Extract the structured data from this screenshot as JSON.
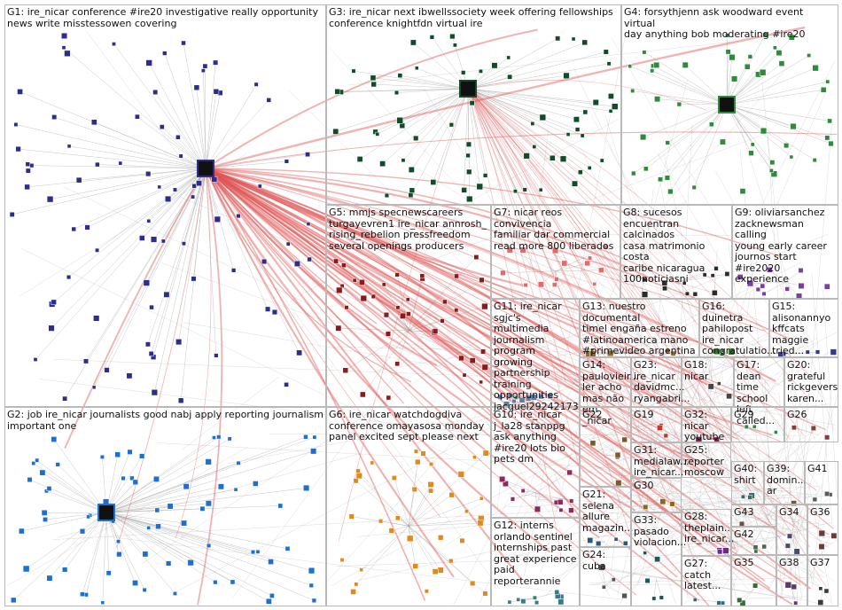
{
  "groups": [
    {
      "id": "G1",
      "label": "G1: ire_nicar conference #ire20 investigative really opportunity\nnews write misstessowen covering",
      "color": "#2d2d8c"
    },
    {
      "id": "G2",
      "label": "G2: job ire_nicar journalists good nabj apply reporting journalism\nimportant one",
      "color": "#1f6fd1"
    },
    {
      "id": "G3",
      "label": "G3: ire_nicar next ibwellssociety week offering fellowships\nconference knightfdn virtual ire",
      "color": "#0f4d2a"
    },
    {
      "id": "G4",
      "label": "G4: forsythjenn ask woodward event virtual\nday anything bob moderating #ire20",
      "color": "#2e8b3a"
    },
    {
      "id": "G5",
      "label": "G5: mmjs specnewscareers\nturgayevren1 ire_nicar annrosh_\nrising_rebelion pressfreedom\nseveral openings producers",
      "color": "#8b1a1a"
    },
    {
      "id": "G6",
      "label": "G6: ire_nicar watchdogdiva\nconference omayasosa monday\npanel excited sept please next",
      "color": "#e08a1e"
    },
    {
      "id": "G7",
      "label": "G7: nicar reos convivencia\nfamiliar dar commercial\nread more 800 liberados",
      "color": "#e26a6a"
    },
    {
      "id": "G8",
      "label": "G8: sucesos\nencuentran calcinados\ncasa matrimonio costa\ncaribe nicaragua\n100noticiasni",
      "color": "#2b2b2b"
    },
    {
      "id": "G9",
      "label": "G9: oliviarsanchez\nzacknewsman calling\nyoung early career\njournos start #ire2020\nexperience",
      "color": "#7a3ea8"
    },
    {
      "id": "G10",
      "label": "G10: ire_nicar\nj_la28 stanppg\nask anything\n#ire20 lots bio\npets dm",
      "color": "#8a2b5c"
    },
    {
      "id": "G11",
      "label": "G11: ire_nicar\nsgjc's multimedia\njournalism\nprogram growing\npartnership\ntraining\nopportunities\njacquel29242173",
      "color": "#5b7fa8"
    },
    {
      "id": "G12",
      "label": "G12: interns\norlando sentinel\ninternships past\ngreat experience\npaid\nreporterannie",
      "color": "#3c7a8a"
    },
    {
      "id": "G13",
      "label": "G13: nuestro documental\ntimel engaña estreno\n#latinoamerica mano\n#primevideo argentina",
      "color": "#8a6a2b"
    },
    {
      "id": "G14",
      "label": "G14:\npaulovieir...\nler acho\nmas não\nem _nicar",
      "color": "#6a6a6a"
    },
    {
      "id": "G15",
      "label": "G15:\nalisonannyo\nkffcats\nmaggie tried...",
      "color": "#3a3a8a"
    },
    {
      "id": "G16",
      "label": "G16: duinetra\npahilopost\nire_nicar\ncongratulatio...",
      "color": "#2a7a2a"
    },
    {
      "id": "G17",
      "label": "G17: dean\ntime\nschool left\ncalled...",
      "color": "#7a2a2a"
    },
    {
      "id": "G18",
      "label": "G18: nicar",
      "color": "#444"
    },
    {
      "id": "G19",
      "label": "G19",
      "color": "#c0392b"
    },
    {
      "id": "G20",
      "label": "G20:\ngrateful\nrickgevers\nkaren...",
      "color": "#5a2a7a"
    },
    {
      "id": "G21",
      "label": "G21:\nselena\nallure\nmagazin...",
      "color": "#2a5a7a"
    },
    {
      "id": "G22",
      "label": "G22",
      "color": "#7a5a2a"
    },
    {
      "id": "G23",
      "label": "G23:\nire_nicar\ndavidmc...\nryangabri...",
      "color": "#2a7a5a"
    },
    {
      "id": "G24",
      "label": "G24: cuba",
      "color": "#555"
    },
    {
      "id": "G25",
      "label": "G25:\nreporter\nmoscow",
      "color": "#3a5a8a"
    },
    {
      "id": "G26",
      "label": "G26",
      "color": "#8a3a3a"
    },
    {
      "id": "G27",
      "label": "G27:\ncatch\nlatest...",
      "color": "#2a6a8a"
    },
    {
      "id": "G28",
      "label": "G28:\ntheplain...\nire_nicar...",
      "color": "#6a2a8a"
    },
    {
      "id": "G29",
      "label": "G29",
      "color": "#2a8a4a"
    },
    {
      "id": "G30",
      "label": "G30",
      "color": "#8a6a1a"
    },
    {
      "id": "G31",
      "label": "G31:\nmedialaw...\nire_nicar...",
      "color": "#5a5a2a"
    },
    {
      "id": "G32",
      "label": "G32: nicar\nyoutube",
      "color": "#8a1a4a"
    },
    {
      "id": "G33",
      "label": "G33:\npasado\nviolacion...",
      "color": "#1a5a5a"
    },
    {
      "id": "G34",
      "label": "G34",
      "color": "#4a4a6a"
    },
    {
      "id": "G35",
      "label": "G35",
      "color": "#3a6a3a"
    },
    {
      "id": "G36",
      "label": "G36",
      "color": "#6a3a3a"
    },
    {
      "id": "G37",
      "label": "G37",
      "color": "#3a3a3a"
    },
    {
      "id": "G38",
      "label": "G38",
      "color": "#5a3a6a"
    },
    {
      "id": "G39",
      "label": "G39:\ndomin...\nar",
      "color": "#6a5a3a"
    },
    {
      "id": "G40",
      "label": "G40:\nshirt",
      "color": "#3a6a6a"
    },
    {
      "id": "G41",
      "label": "G41",
      "color": "#5a5a5a"
    },
    {
      "id": "G42",
      "label": "G42",
      "color": "#4a6a4a"
    },
    {
      "id": "G43",
      "label": "G43",
      "color": "#6a4a4a"
    }
  ],
  "colors": {
    "edge": "#9a9a9a",
    "hub_edge": "#e05555",
    "panel_border": "#b9b9b9"
  }
}
